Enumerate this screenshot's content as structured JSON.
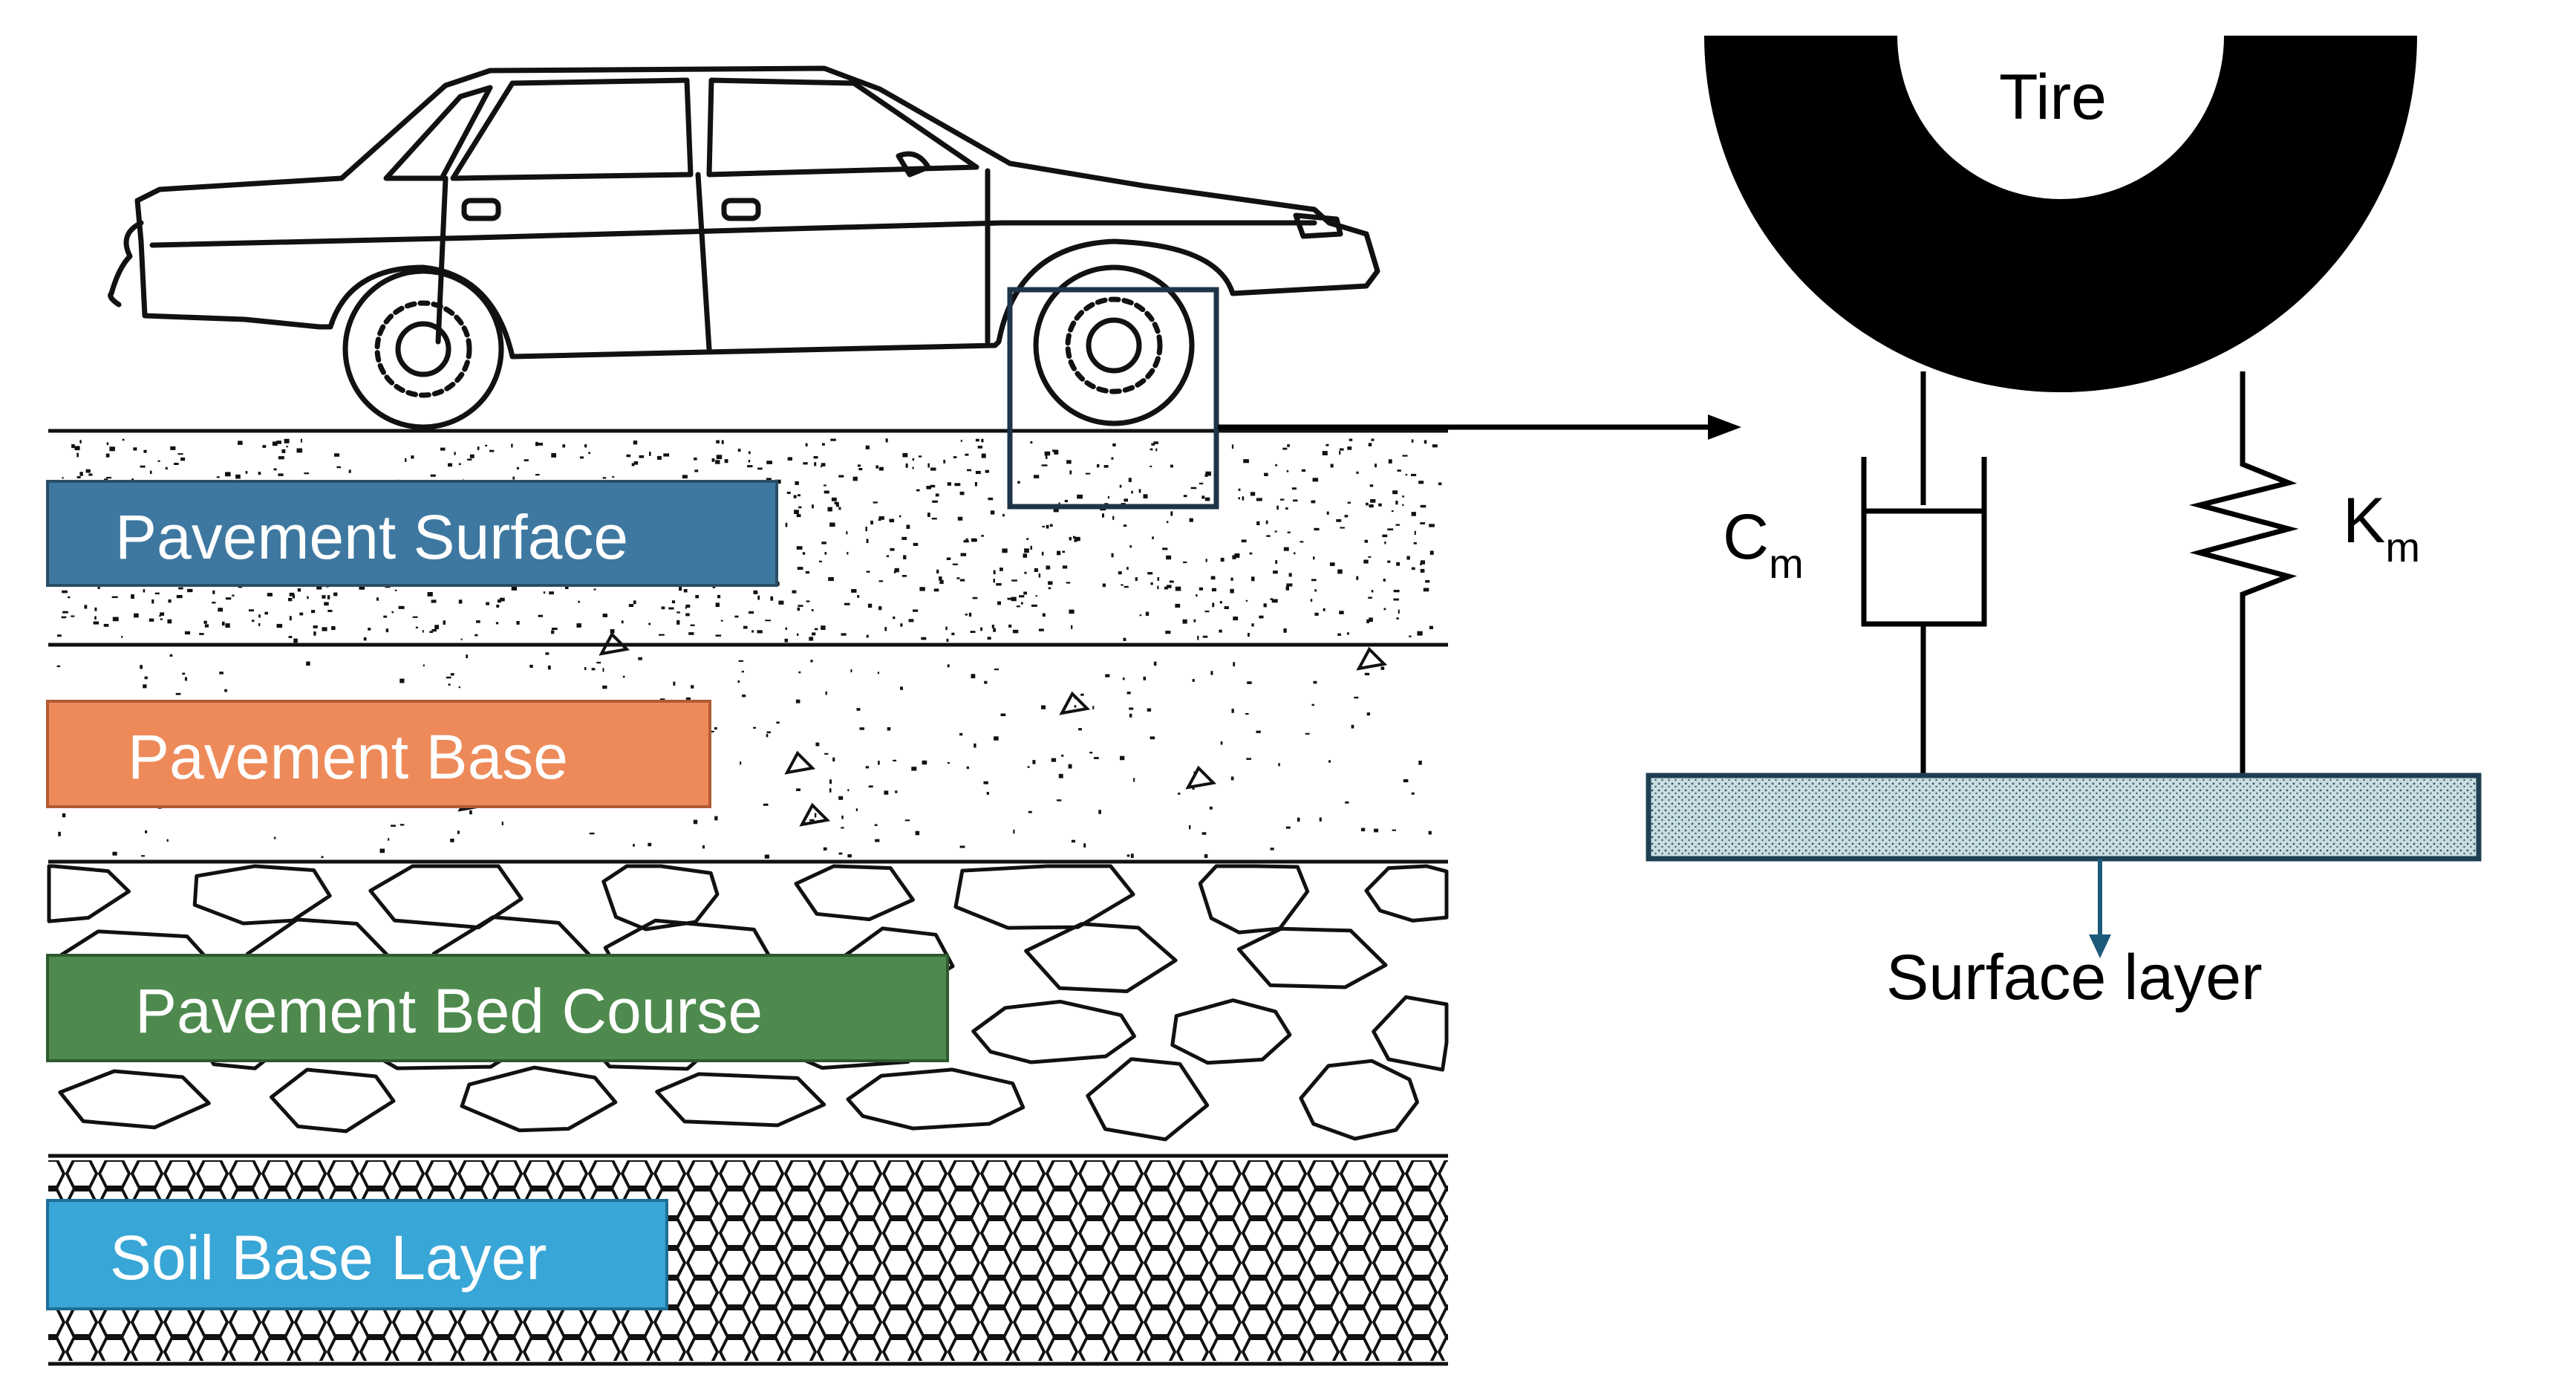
{
  "layers": [
    {
      "label": "Pavement Surface",
      "color": "#3e78a0"
    },
    {
      "label": "Pavement Base",
      "color": "#ee8a5a"
    },
    {
      "label": "Pavement Bed Course",
      "color": "#4e8a4e"
    },
    {
      "label": "Soil Base Layer",
      "color": "#38a6d6"
    }
  ],
  "model": {
    "tire_label": "Tire",
    "damper_symbol": "C",
    "damper_subscript": "m",
    "spring_symbol": "K",
    "spring_subscript": "m",
    "surface_label": "Surface layer"
  },
  "colors": {
    "tire": "#000000",
    "surface_fill": "#c9dde0",
    "surface_stroke": "#1e3f52",
    "pointer": "#1e5a7a",
    "zoom_box": "#1e3448"
  }
}
